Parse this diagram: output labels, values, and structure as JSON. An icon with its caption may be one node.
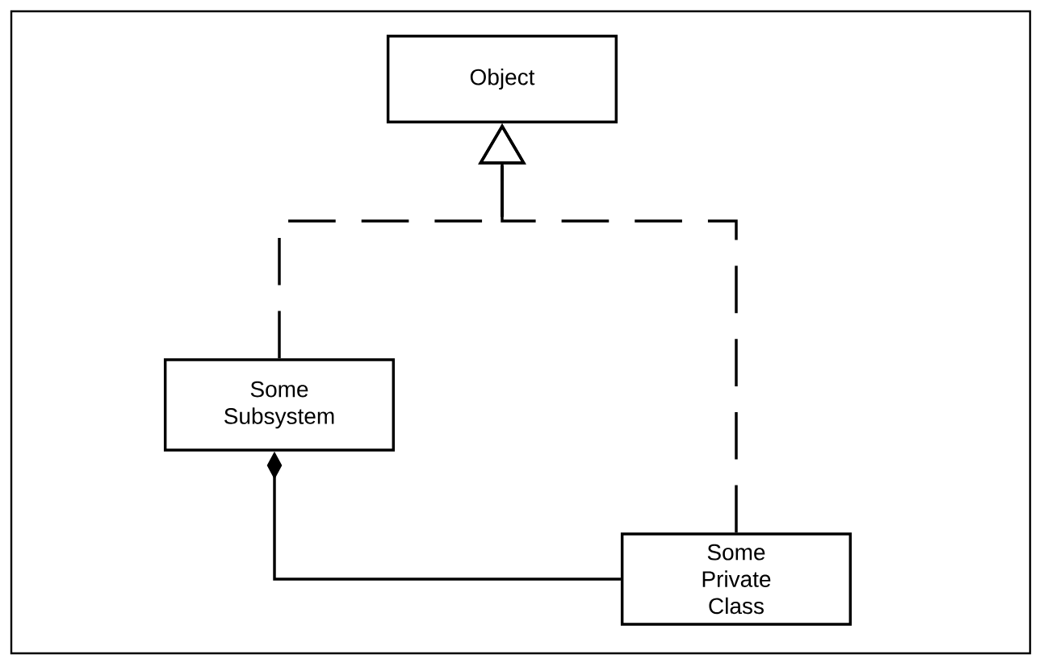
{
  "diagram": {
    "nodes": [
      {
        "text": [
          "Object"
        ]
      },
      {
        "text": [
          "Some Subsystem"
        ]
      },
      {
        "text": [
          "Some Private Class"
        ]
      }
    ],
    "edges": [
      {
        "from": 1,
        "to": 0,
        "arrow": "to",
        "style": "dashed"
      },
      {
        "from": 2,
        "to": 0,
        "arrow": "to",
        "style": "dashed"
      },
      {
        "from": 2,
        "to": 1,
        "arrow": "other"
      }
    ]
  }
}
